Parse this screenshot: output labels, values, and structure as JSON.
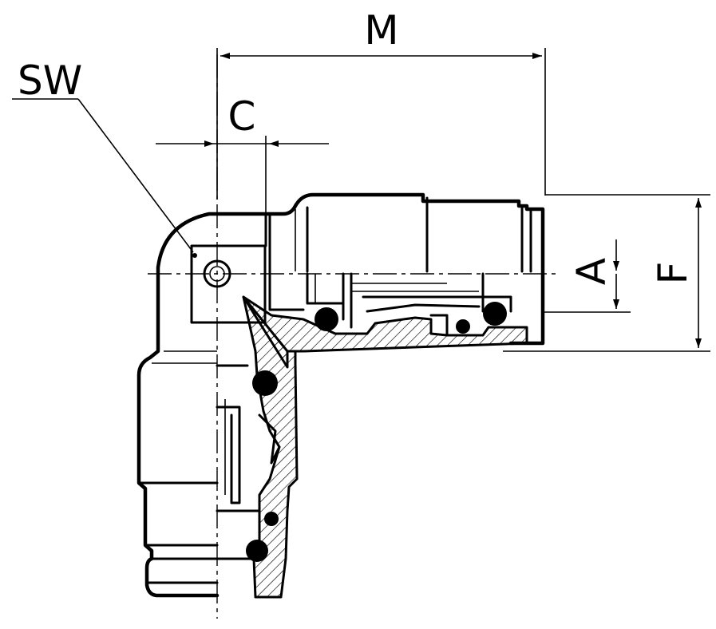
{
  "labels": {
    "sw": "SW",
    "m": "M",
    "c": "C",
    "a": "A",
    "f": "F"
  }
}
